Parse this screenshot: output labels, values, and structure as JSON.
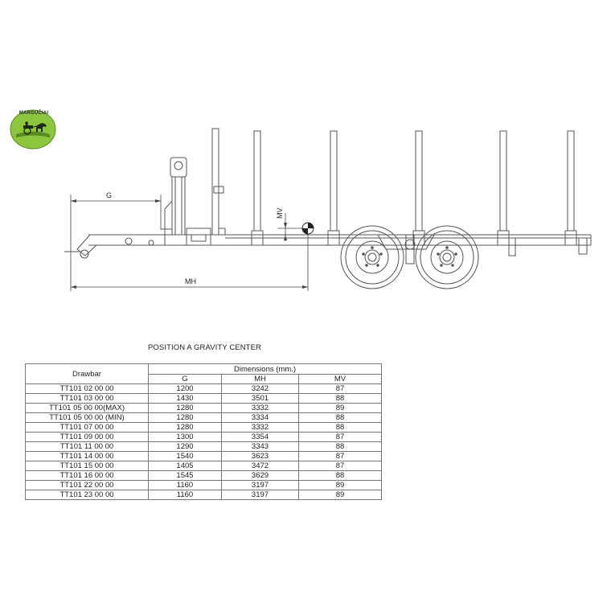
{
  "logo": {
    "text": "MARGUČIAI"
  },
  "drawing": {
    "dimension_labels": {
      "g": "G",
      "mh": "MH",
      "mv": "MV"
    }
  },
  "caption": "POSITION A GRAVITY CENTER",
  "table": {
    "header_drawbar": "Drawbar",
    "header_dimensions": "Dimensions (mm.)",
    "columns": [
      "G",
      "MH",
      "MV"
    ],
    "rows": [
      {
        "drawbar": "TT101 02 00 00",
        "g": "1200",
        "mh": "3242",
        "mv": "87"
      },
      {
        "drawbar": "TT101 03 00 00",
        "g": "1430",
        "mh": "3501",
        "mv": "88"
      },
      {
        "drawbar": "TT101 05 00 00(MAX)",
        "g": "1280",
        "mh": "3332",
        "mv": "89"
      },
      {
        "drawbar": "TT101 05 00 00 (MIN)",
        "g": "1280",
        "mh": "3334",
        "mv": "88"
      },
      {
        "drawbar": "TT101 07 00 00",
        "g": "1280",
        "mh": "3332",
        "mv": "88"
      },
      {
        "drawbar": "TT101 09 00 00",
        "g": "1300",
        "mh": "3354",
        "mv": "87"
      },
      {
        "drawbar": "TT101 11 00 00",
        "g": "1290",
        "mh": "3343",
        "mv": "88"
      },
      {
        "drawbar": "TT101 14 00 00",
        "g": "1540",
        "mh": "3623",
        "mv": "87"
      },
      {
        "drawbar": "TT101 15 00 00",
        "g": "1405",
        "mh": "3472",
        "mv": "87"
      },
      {
        "drawbar": "TT101 16 00 00",
        "g": "1545",
        "mh": "3629",
        "mv": "88"
      },
      {
        "drawbar": "TT101 22 00 00",
        "g": "1160",
        "mh": "3197",
        "mv": "89"
      },
      {
        "drawbar": "TT101 23 00 00",
        "g": "1160",
        "mh": "3197",
        "mv": "89"
      }
    ]
  }
}
